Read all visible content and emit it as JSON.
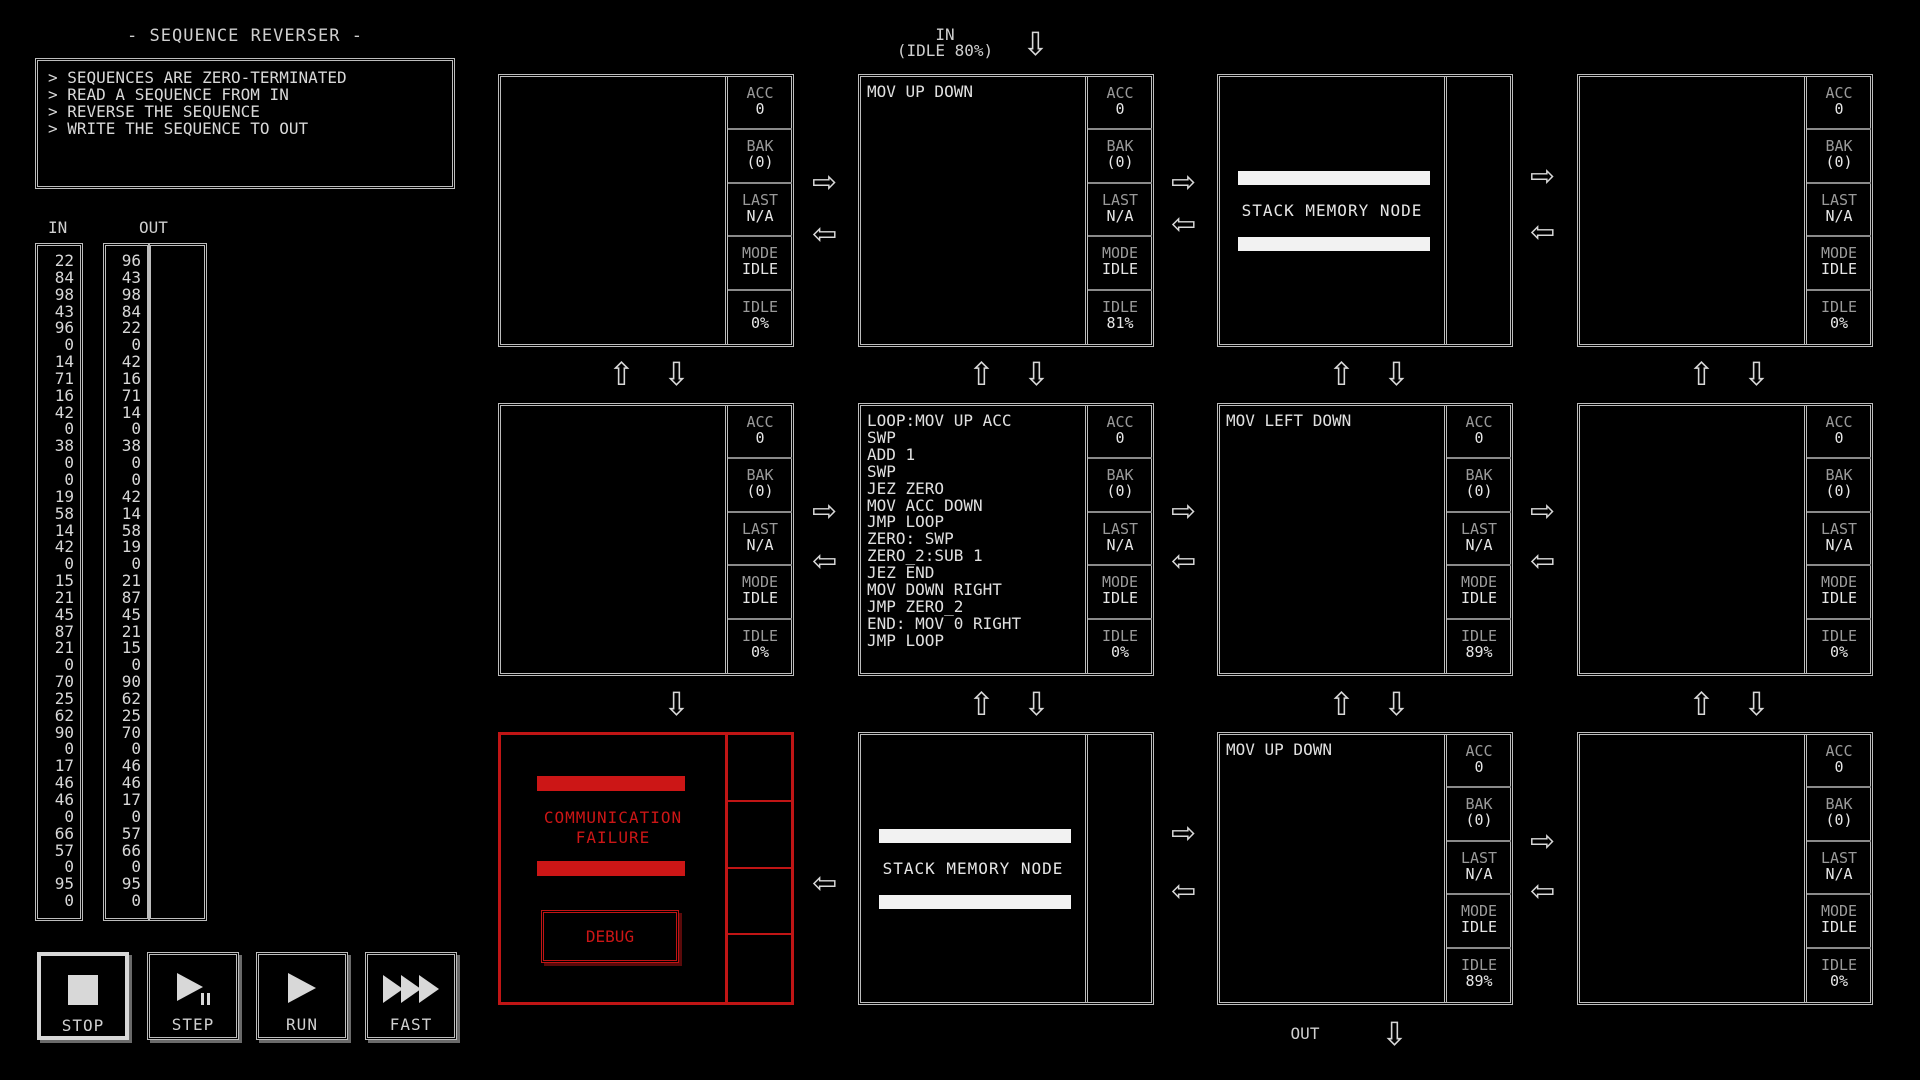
{
  "puzzle": {
    "title": "- SEQUENCE REVERSER -",
    "description": [
      "> SEQUENCES ARE ZERO-TERMINATED",
      "> READ A SEQUENCE FROM IN",
      "> REVERSE THE SEQUENCE",
      "> WRITE THE SEQUENCE TO OUT"
    ]
  },
  "io": {
    "in_label": "IN",
    "out_label": "OUT",
    "in_values": [
      "22",
      "84",
      "98",
      "43",
      "96",
      "0",
      "14",
      "71",
      "16",
      "42",
      "0",
      "38",
      "0",
      "0",
      "19",
      "58",
      "14",
      "42",
      "0",
      "15",
      "21",
      "45",
      "87",
      "21",
      "0",
      "70",
      "25",
      "62",
      "90",
      "0",
      "17",
      "46",
      "46",
      "0",
      "66",
      "57",
      "0",
      "95",
      "0"
    ],
    "out_values": [
      "96",
      "43",
      "98",
      "84",
      "22",
      "0",
      "42",
      "16",
      "71",
      "14",
      "0",
      "38",
      "0",
      "0",
      "42",
      "14",
      "58",
      "19",
      "0",
      "21",
      "87",
      "45",
      "21",
      "15",
      "0",
      "90",
      "62",
      "25",
      "70",
      "0",
      "46",
      "46",
      "17",
      "0",
      "57",
      "66",
      "0",
      "95",
      "0"
    ]
  },
  "controls": {
    "stop": "STOP",
    "step": "STEP",
    "run": "RUN",
    "fast": "FAST"
  },
  "ports": {
    "in_label": "IN",
    "in_idle": "(IDLE 80%)",
    "out_label": "OUT"
  },
  "register_labels": {
    "acc": "ACC",
    "bak": "BAK",
    "last": "LAST",
    "mode": "MODE",
    "idle": "IDLE"
  },
  "nodes": {
    "r0c0": {
      "code": "",
      "acc": "0",
      "bak": "(0)",
      "last": "N/A",
      "mode": "IDLE",
      "idle": "0%"
    },
    "r0c1": {
      "code": "MOV UP DOWN",
      "acc": "0",
      "bak": "(0)",
      "last": "N/A",
      "mode": "IDLE",
      "idle": "81%"
    },
    "r0c2": {
      "label": "STACK MEMORY NODE"
    },
    "r0c3": {
      "code": "",
      "acc": "0",
      "bak": "(0)",
      "last": "N/A",
      "mode": "IDLE",
      "idle": "0%"
    },
    "r1c0": {
      "code": "",
      "acc": "0",
      "bak": "(0)",
      "last": "N/A",
      "mode": "IDLE",
      "idle": "0%"
    },
    "r1c1": {
      "code": "LOOP:MOV UP ACC\nSWP\nADD 1\nSWP\nJEZ ZERO\nMOV ACC DOWN\nJMP LOOP\nZERO: SWP\nZERO_2:SUB 1\nJEZ END\nMOV DOWN RIGHT\nJMP ZERO_2\nEND: MOV 0 RIGHT\nJMP LOOP",
      "acc": "0",
      "bak": "(0)",
      "last": "N/A",
      "mode": "IDLE",
      "idle": "0%"
    },
    "r1c2": {
      "code": "MOV LEFT DOWN",
      "acc": "0",
      "bak": "(0)",
      "last": "N/A",
      "mode": "IDLE",
      "idle": "89%"
    },
    "r1c3": {
      "code": "",
      "acc": "0",
      "bak": "(0)",
      "last": "N/A",
      "mode": "IDLE",
      "idle": "0%"
    },
    "r2c0": {
      "failure_line1": "COMMUNICATION",
      "failure_line2": "FAILURE",
      "debug": "DEBUG"
    },
    "r2c1": {
      "label": "STACK MEMORY NODE"
    },
    "r2c2": {
      "code": "MOV UP DOWN",
      "acc": "0",
      "bak": "(0)",
      "last": "N/A",
      "mode": "IDLE",
      "idle": "89%"
    },
    "r2c3": {
      "code": "",
      "acc": "0",
      "bak": "(0)",
      "last": "N/A",
      "mode": "IDLE",
      "idle": "0%"
    }
  },
  "glyphs": {
    "right": "⇨",
    "left": "⇦",
    "up": "⇧",
    "down": "⇩"
  },
  "colors": {
    "background": "#000000",
    "frame": "#bdbdbd",
    "text": "#d8d8d8",
    "failure": "#cc1616",
    "stack_bar": "#f2f2f2"
  }
}
